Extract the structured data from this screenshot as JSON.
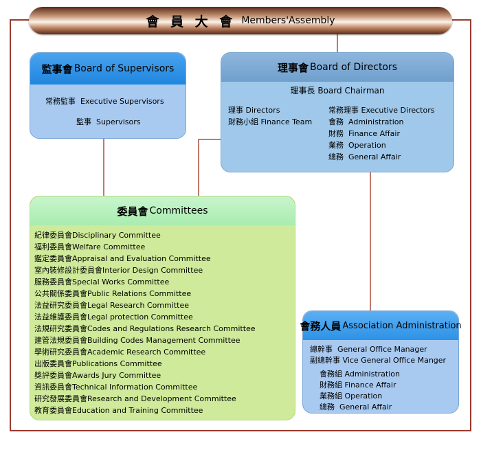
{
  "assembly": {
    "zh": "會 員 大 會",
    "en": "Members'Assembly"
  },
  "supervisors": {
    "title_zh": "監事會",
    "title_en": "Board of Supervisors",
    "items": [
      {
        "zh": "常務監事",
        "en": "Executive Supervisors"
      },
      {
        "zh": "監事",
        "en": "Supervisors"
      }
    ]
  },
  "directors": {
    "title_zh": "理事會",
    "title_en": "Board of Directors",
    "chairman": {
      "zh": "理事長",
      "en": "Board Chairman"
    },
    "left_items": [
      {
        "zh": "理事",
        "en": "Directors"
      },
      {
        "zh": "財務小組",
        "en": "Finance Team"
      }
    ],
    "right_items": [
      {
        "zh": "常務理事",
        "en": "Executive Directors"
      },
      {
        "zh": "會務",
        "en": "Administration"
      },
      {
        "zh": "財務",
        "en": "Finance Affair"
      },
      {
        "zh": "業務",
        "en": "Operation"
      },
      {
        "zh": "總務",
        "en": "General Affair"
      }
    ]
  },
  "committees": {
    "title_zh": "委員會",
    "title_en": "Committees",
    "items": [
      {
        "zh": "紀律委員會",
        "en": "Disciplinary Committee"
      },
      {
        "zh": "福利委員會",
        "en": "Welfare Committee"
      },
      {
        "zh": "鑑定委員會",
        "en": "Appraisal and Evaluation Committee"
      },
      {
        "zh": "室內裝修設計委員會",
        "en": "Interior Design Committee"
      },
      {
        "zh": "服務委員會",
        "en": "Special Works Committee"
      },
      {
        "zh": "公共關係委員會",
        "en": "Public Relations Committee"
      },
      {
        "zh": "法益研究委員會",
        "en": "Legal Research Committee"
      },
      {
        "zh": "法益維護委員會",
        "en": "Legal protection Committee"
      },
      {
        "zh": "法規研究委員會",
        "en": "Codes and Regulations Research Committee"
      },
      {
        "zh": "建管法規委員會",
        "en": "Building Codes Management Committee"
      },
      {
        "zh": "學術研究委員會",
        "en": "Academic Research Committee"
      },
      {
        "zh": "出版委員會",
        "en": "Publications Committee"
      },
      {
        "zh": "獎評委員會",
        "en": "Awards Jury Committee"
      },
      {
        "zh": "資訊委員會",
        "en": "Technical Information Committee"
      },
      {
        "zh": "研究發展委員會",
        "en": "Research and Development Committee"
      },
      {
        "zh": "教育委員會",
        "en": "Education and Training Committee"
      }
    ]
  },
  "administration": {
    "title_zh": "會務人員",
    "title_en": "Association Administration",
    "top_items": [
      {
        "zh": "總幹事",
        "en": "General Office Manager"
      },
      {
        "zh": "副總幹事",
        "en": "Vice General Office Manger"
      }
    ],
    "sub_items": [
      {
        "zh": "會務組",
        "en": "Administration"
      },
      {
        "zh": "財務組",
        "en": "Finance Affair"
      },
      {
        "zh": "業務組",
        "en": "Operation"
      },
      {
        "zh": "總務",
        "en": "General Affair"
      }
    ]
  }
}
